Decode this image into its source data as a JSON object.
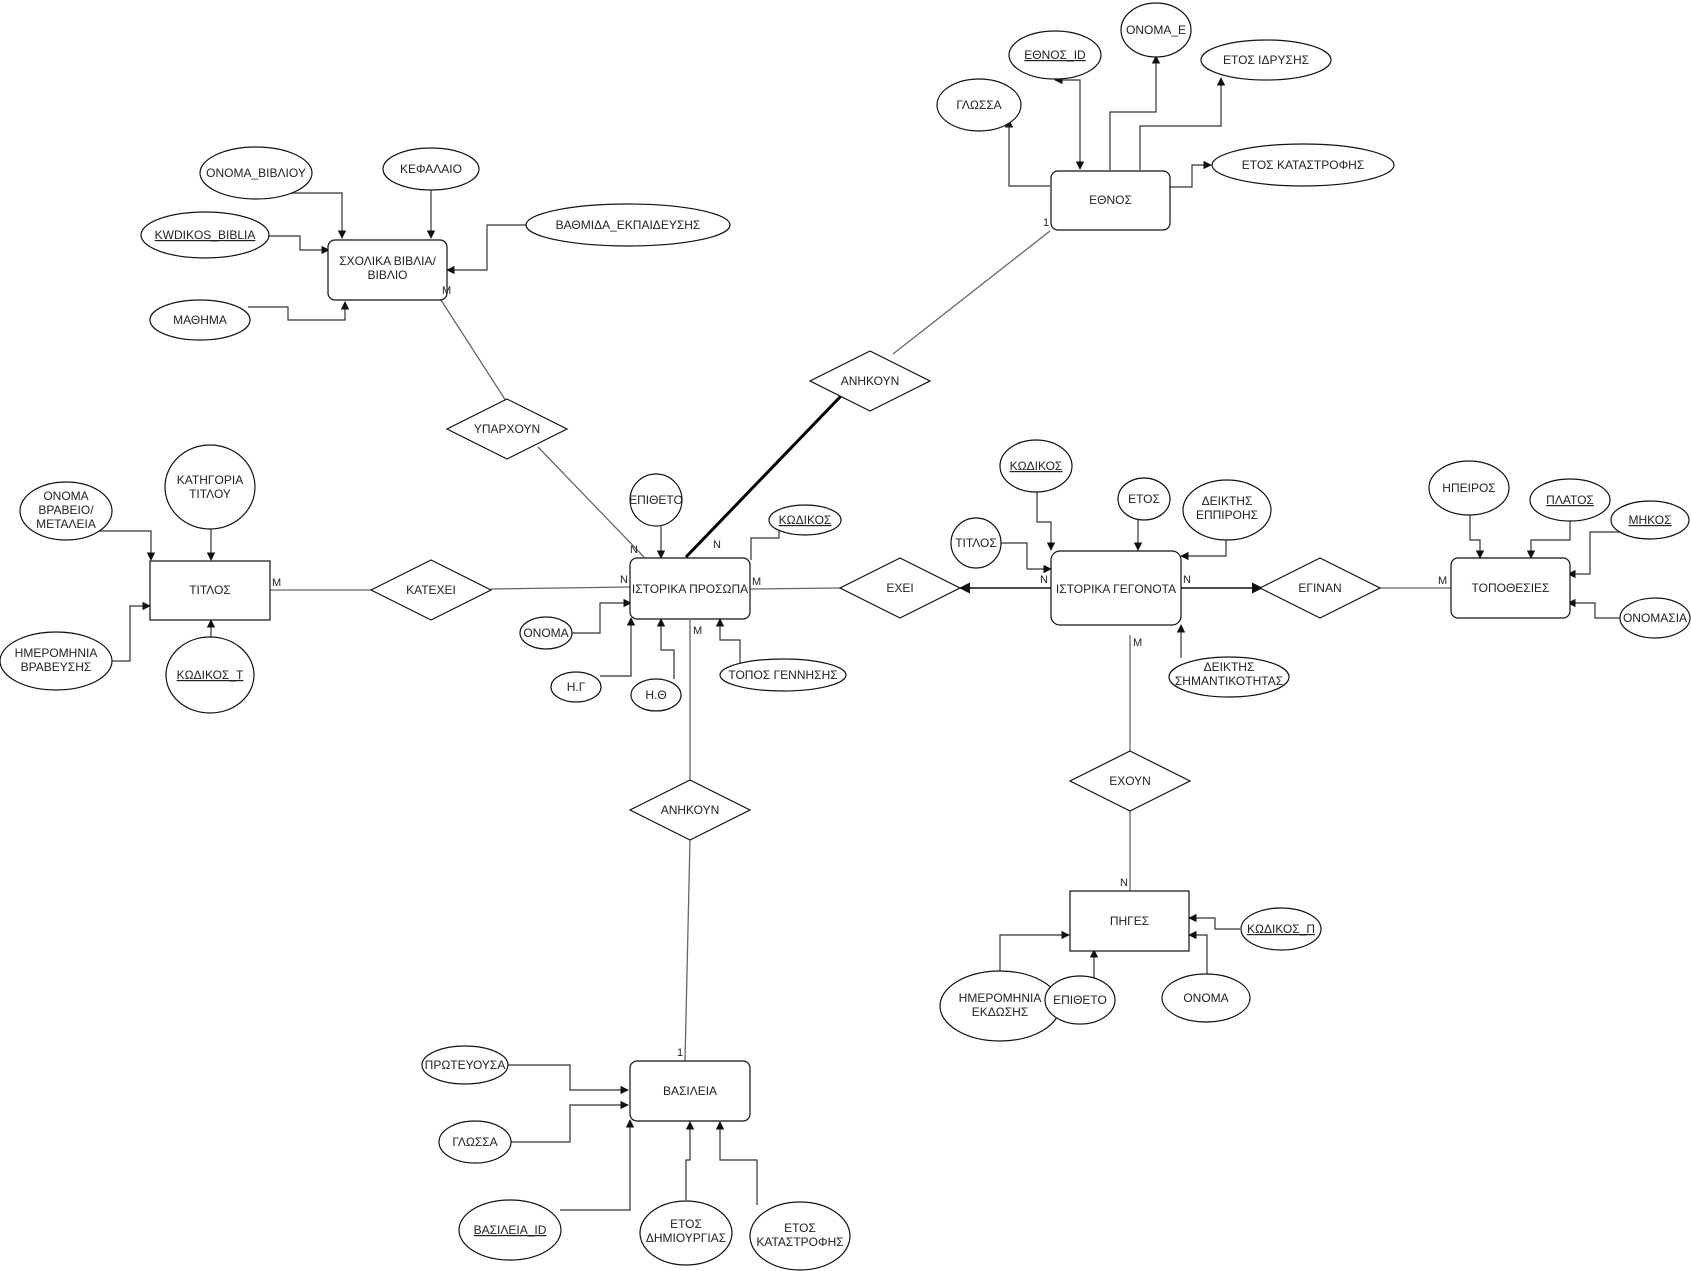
{
  "entities": [
    {
      "id": "ethnos",
      "label": "ΕΘΝΟΣ"
    },
    {
      "id": "sxolika",
      "label": "ΣΧΟΛΙΚΑ ΒΙΒΛΙΑ/\nΒΙΒΛΙΟ"
    },
    {
      "id": "titlos",
      "label": "ΤΙΤΛΟΣ"
    },
    {
      "id": "prosopa",
      "label": "ΙΣΤΟΡΙΚΑ ΠΡΟΣΩΠΑ"
    },
    {
      "id": "gegonota",
      "label": "ΙΣΤΟΡΙΚΑ ΓΕΓΟΝΟΤΑ"
    },
    {
      "id": "topothesies",
      "label": "ΤΟΠΟΘΕΣΙΕΣ"
    },
    {
      "id": "piges",
      "label": "ΠΗΓΕΣ"
    },
    {
      "id": "vasileia",
      "label": "ΒΑΣΙΛΕΙΑ"
    }
  ],
  "relationships": [
    {
      "id": "anikoun_ethnos",
      "label": "ΑΝΗΚΟΥΝ"
    },
    {
      "id": "yparxoun",
      "label": "ΥΠΑΡΧΟΥΝ"
    },
    {
      "id": "katexei",
      "label": "ΚΑΤΕΧΕΙ"
    },
    {
      "id": "exei",
      "label": "ΕΧΕΙ"
    },
    {
      "id": "eginan",
      "label": "ΕΓΙΝΑΝ"
    },
    {
      "id": "exoun",
      "label": "ΕΧΟΥΝ"
    },
    {
      "id": "anikoun_vasileia",
      "label": "ΑΝΗΚΟΥΝ"
    }
  ],
  "attributes": [
    {
      "id": "glossa_e",
      "label": "ΓΛΩΣΣΑ",
      "key": false
    },
    {
      "id": "ethnos_id",
      "label": "ΕΘΝΟΣ_ID",
      "key": true
    },
    {
      "id": "onoma_e",
      "label": "ΟΝΟΜΑ_Ε",
      "key": false
    },
    {
      "id": "etos_idrysis",
      "label": "ΕΤΟΣ ΙΔΡΥΣΗΣ",
      "key": false
    },
    {
      "id": "etos_katastrofis_e",
      "label": "ΕΤΟΣ ΚΑΤΑΣΤΡΟΦΗΣ",
      "key": false
    },
    {
      "id": "onoma_vivliou",
      "label": "ΟΝΟΜΑ_ΒΙΒΛΙΟΥ",
      "key": false
    },
    {
      "id": "kefalaio",
      "label": "ΚΕΦΑΛΑΙΟ",
      "key": false
    },
    {
      "id": "kwdikos_biblia",
      "label": "KWDIKOS_BIBLIA",
      "key": true
    },
    {
      "id": "vathmida",
      "label": "ΒΑΘΜΙΔΑ_ΕΚΠΑΙΔΕΥΣΗΣ",
      "key": false
    },
    {
      "id": "mathima",
      "label": "ΜΑΘΗΜΑ",
      "key": false
    },
    {
      "id": "onoma_vraveio",
      "label": "ΟΝΟΜΑ\nΒΡΑΒΕΙΟ/\nΜΕΤΑΛΕΙΑ",
      "key": false
    },
    {
      "id": "katigoria_titlou",
      "label": "ΚΑΤΗΓΟΡΙΑ\nΤΙΤΛΟΥ",
      "key": false
    },
    {
      "id": "imerominia_vraveysis",
      "label": "ΗΜΕΡΟΜΗΝΙΑ\nΒΡΑΒΕΥΣΗΣ",
      "key": false
    },
    {
      "id": "kodikos_t",
      "label": "ΚΩΔΙΚΟΣ_Τ",
      "key": true
    },
    {
      "id": "epitheto_p",
      "label": "ΕΠΙΘΕΤΟ",
      "key": false
    },
    {
      "id": "kodikos_p",
      "label": "ΚΩΔΙΚΟΣ",
      "key": true
    },
    {
      "id": "onoma_p",
      "label": "ΟΝΟΜΑ",
      "key": false
    },
    {
      "id": "hg",
      "label": "Η.Γ",
      "key": false
    },
    {
      "id": "htheta",
      "label": "Η.Θ",
      "key": false
    },
    {
      "id": "topos_gennisis",
      "label": "ΤΟΠΟΣ ΓΕΝΝΗΣΗΣ",
      "key": false
    },
    {
      "id": "kodikos_g",
      "label": "ΚΩΔΙΚΟΣ",
      "key": true
    },
    {
      "id": "etos_g",
      "label": "ΕΤΟΣ",
      "key": false
    },
    {
      "id": "deiktis_eppiroris",
      "label": "ΔΕΙΚΤΗΣ\nΕΠΠΙΡΟΗΣ",
      "key": false
    },
    {
      "id": "titlos_g",
      "label": "ΤΙΤΛΟΣ",
      "key": false
    },
    {
      "id": "deiktis_simantikotitas",
      "label": "ΔΕΙΚΤΗΣ\nΣΗΜΑΝΤΙΚΟΤΗΤΑΣ",
      "key": false
    },
    {
      "id": "ipeiros",
      "label": "ΗΠΕΙΡΟΣ",
      "key": false
    },
    {
      "id": "platos",
      "label": "ΠΛΑΤΟΣ",
      "key": true
    },
    {
      "id": "mikos",
      "label": "ΜΗΚΟΣ",
      "key": true
    },
    {
      "id": "onomasia",
      "label": "ΟΝΟΜΑΣΙΑ",
      "key": false
    },
    {
      "id": "imerominia_ekdosis",
      "label": "ΗΜΕΡΟΜΗΝΙΑ\nΕΚΔΩΣΗΣ",
      "key": false
    },
    {
      "id": "epitheto_pg",
      "label": "ΕΠΙΘΕΤΟ",
      "key": false
    },
    {
      "id": "onoma_pg",
      "label": "ΟΝΟΜΑ",
      "key": false
    },
    {
      "id": "kodikos_pi",
      "label": "ΚΩΔΙΚΟΣ_Π",
      "key": true
    },
    {
      "id": "proteyousa",
      "label": "ΠΡΩΤΕΥΟΥΣΑ",
      "key": false
    },
    {
      "id": "glossa_v",
      "label": "ΓΛΩΣΣΑ",
      "key": false
    },
    {
      "id": "vasileia_id",
      "label": "ΒΑΣΙΛΕΙΑ_ID",
      "key": true
    },
    {
      "id": "etos_dimiourgias",
      "label": "ΕΤΟΣ\nΔΗΜΙΟΥΡΓΙΑΣ",
      "key": false
    },
    {
      "id": "etos_katastrofis_v",
      "label": "ΕΤΟΣ\nΚΑΤΑΣΤΡΟΦΗΣ",
      "key": false
    }
  ],
  "cardinalities": [
    {
      "id": "c_ethnos_1",
      "label": "1"
    },
    {
      "id": "c_sxolika_m",
      "label": "M"
    },
    {
      "id": "c_prosopa_n_yp",
      "label": "N"
    },
    {
      "id": "c_prosopa_n_an",
      "label": "N"
    },
    {
      "id": "c_titlos_m",
      "label": "M"
    },
    {
      "id": "c_prosopa_n_kat",
      "label": "N"
    },
    {
      "id": "c_prosopa_m_exei",
      "label": "M"
    },
    {
      "id": "c_prosopa_m_vas",
      "label": "M"
    },
    {
      "id": "c_gegonota_n_exei",
      "label": "N"
    },
    {
      "id": "c_gegonota_n_eg",
      "label": "N"
    },
    {
      "id": "c_topothesies_m",
      "label": "M"
    },
    {
      "id": "c_gegonota_m",
      "label": "M"
    },
    {
      "id": "c_piges_n",
      "label": "N"
    },
    {
      "id": "c_vasileia_1",
      "label": "1"
    }
  ]
}
